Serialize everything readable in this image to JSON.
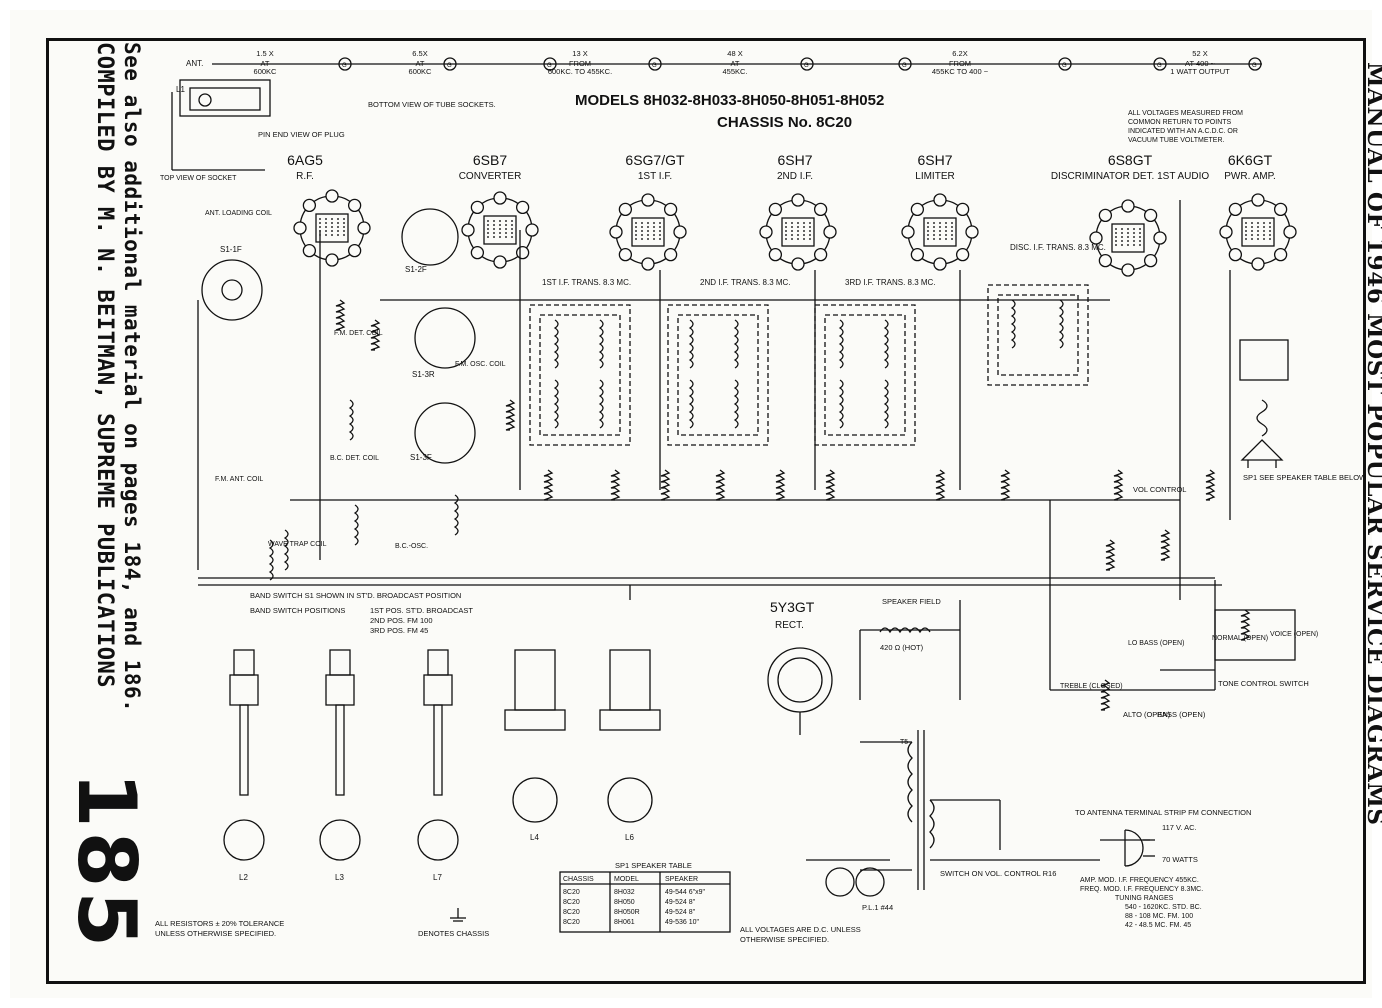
{
  "header": {
    "models": "MODELS 8H032-8H033-8H050-8H051-8H052",
    "chassis": "CHASSIS No. 8C20",
    "voltage_note": [
      "ALL VOLTAGES MEASURED FROM",
      "COMMON RETURN TO POINTS",
      "INDICATED WITH AN A.C.D.C. OR",
      "VACUUM TUBE VOLTMETER."
    ]
  },
  "gain_chain": [
    {
      "top": "1.5 X",
      "bottom": "AT",
      "bottom2": "600KC"
    },
    {
      "top": "6.5X",
      "bottom": "AT",
      "bottom2": "600KC"
    },
    {
      "top": "13 X",
      "bottom": "FROM",
      "bottom2": "600KC. TO 455KC."
    },
    {
      "top": "48 X",
      "bottom": "AT",
      "bottom2": "455KC."
    },
    {
      "top": "6.2X",
      "bottom": "FROM",
      "bottom2": "455KC TO 400 ~"
    },
    {
      "top": "52 X",
      "bottom": "AT 400 ~",
      "bottom2": "1 WATT OUTPUT"
    }
  ],
  "tubes": [
    {
      "type": "6AG5",
      "function": "R.F."
    },
    {
      "type": "6SB7",
      "function": "CONVERTER"
    },
    {
      "type": "6SG7/GT",
      "function": "1ST I.F."
    },
    {
      "type": "6SH7",
      "function": "2ND I.F."
    },
    {
      "type": "6SH7",
      "function": "LIMITER"
    },
    {
      "type": "6S8GT",
      "function": "DISCRIMINATOR DET. 1ST AUDIO"
    },
    {
      "type": "6K6GT",
      "function": "PWR. AMP."
    }
  ],
  "rectifier": {
    "type": "5Y3GT",
    "function": "RECT."
  },
  "labels": {
    "ant": "ANT.",
    "bottom_view": "BOTTOM VIEW OF TUBE SOCKETS.",
    "pin_end_view": "PIN END VIEW OF PLUG",
    "top_view_socket": "TOP VIEW OF SOCKET",
    "ant_loading_coil": "ANT. LOADING COIL",
    "fm_det_coil": "F.M. DET. COIL",
    "fm_osc_coil": "F.M. OSC. COIL",
    "bc_det_coil": "B.C. DET. COIL",
    "bc_osc": "B.C.-OSC.",
    "fm_ant_coil": "F.M. ANT. COIL",
    "wave_trap": "WAVE TRAP COIL",
    "first_if_trans": "1ST I.F. TRANS. 8.3 MC.",
    "second_if_trans": "2ND I.F. TRANS. 8.3 MC.",
    "third_if_trans": "3RD I.F. TRANS. 8.3 MC.",
    "disc_if_trans": "DISC. I.F. TRANS. 8.3 MC.",
    "vol_control": "VOL CONTROL",
    "speaker_field": "SPEAKER FIELD",
    "speaker_ohms": "420 Ω (HOT)",
    "spk_note": "SP1 SEE SPEAKER TABLE BELOW",
    "tone_control": "TONE CONTROL SWITCH",
    "normal": "NORMAL (OPEN)",
    "voice": "VOICE (OPEN)",
    "treble": "TREBLE (CLOSED)",
    "alto": "ALTO (OPEN)",
    "bass": "BASS (OPEN)",
    "lo_bass": "LO BASS (OPEN)",
    "to_antenna": "TO ANTENNA TERMINAL STRIP FM CONNECTION",
    "ac_line": "117 V. AC.",
    "watts": "70 WATTS",
    "switch_on": "SWITCH ON VOL. CONTROL R16",
    "pl1": "P.L.1 #44",
    "band_switch": "BAND SWITCH S1 SHOWN IN ST'D. BROADCAST POSITION",
    "band_positions_title": "BAND SWITCH POSITIONS",
    "band_positions": [
      "1ST POS. ST'D. BROADCAST",
      "2ND POS. FM 100",
      "3RD POS. FM 45"
    ],
    "resistor_note": [
      "ALL RESISTORS ± 20% TOLERANCE",
      "UNLESS OTHERWISE SPECIFIED."
    ],
    "chassis_note": "DENOTES CHASSIS",
    "dc_note": [
      "ALL VOLTAGES ARE D.C. UNLESS",
      "OTHERWISE SPECIFIED."
    ],
    "if_notes": [
      "AMP. MOD. I.F. FREQUENCY 455KC.",
      "FREQ. MOD. I.F. FREQUENCY 8.3MC.",
      "TUNING RANGES",
      "540 - 1620KC. STD. BC.",
      "88 - 108 MC. FM. 100",
      "42 - 48.5 MC. FM. 45"
    ]
  },
  "speaker_table": {
    "title": "SP1 SPEAKER TABLE",
    "headers": [
      "CHASSIS",
      "MODEL",
      "SPEAKER"
    ],
    "rows": [
      [
        "8C20",
        "8H032",
        "49-544 6\"x9\""
      ],
      [
        "8C20",
        "8H050",
        "49-524 8\""
      ],
      [
        "8C20",
        "8H050R",
        "49-524 8\""
      ],
      [
        "8C20",
        "8H061",
        "49-536 10\""
      ]
    ]
  },
  "side_text": {
    "left1": "See also additional material on pages 184, and 186.",
    "left2": "COMPILED BY M. N. BEITMAN, SUPREME PUBLICATIONS",
    "right": "MANUAL OF 1946 MOST POPULAR SERVICE DIAGRAMS",
    "page_number": "185"
  }
}
